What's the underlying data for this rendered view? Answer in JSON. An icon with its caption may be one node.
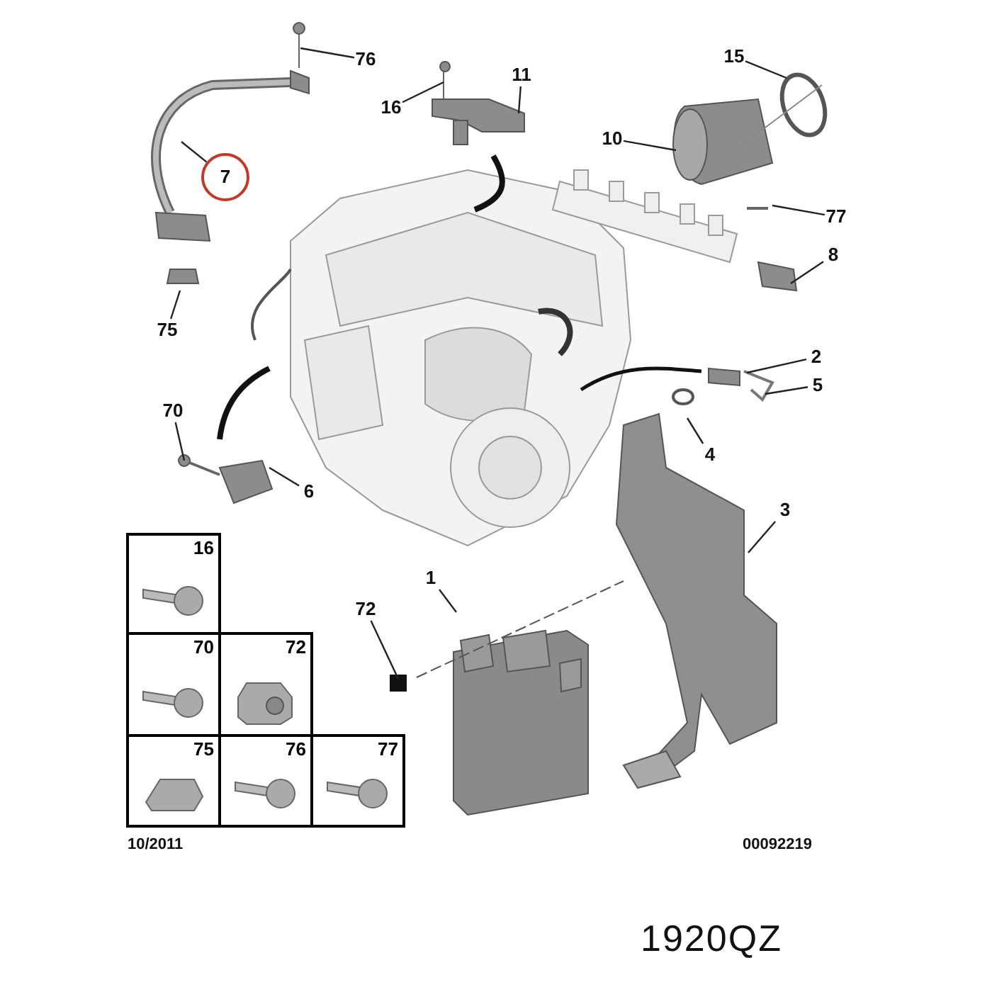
{
  "diagram": {
    "nodes": [
      {
        "text": [
          "76"
        ]
      },
      {
        "text": [
          "16"
        ]
      },
      {
        "text": [
          "11"
        ]
      },
      {
        "text": [
          "7"
        ]
      },
      {
        "text": [
          "15"
        ]
      },
      {
        "text": [
          "10"
        ]
      },
      {
        "text": [
          "77"
        ]
      },
      {
        "text": [
          "8"
        ]
      },
      {
        "text": [
          "75"
        ]
      },
      {
        "text": [
          "2"
        ]
      },
      {
        "text": [
          "5"
        ]
      },
      {
        "text": [
          "70"
        ]
      },
      {
        "text": [
          "4"
        ]
      },
      {
        "text": [
          "6"
        ]
      },
      {
        "text": [
          "3"
        ]
      },
      {
        "text": [
          "1"
        ]
      },
      {
        "text": [
          "72"
        ]
      },
      {
        "text": [
          "16"
        ]
      },
      {
        "text": [
          "70"
        ]
      },
      {
        "text": [
          "72"
        ]
      },
      {
        "text": [
          "75"
        ]
      },
      {
        "text": [
          "76"
        ]
      },
      {
        "text": [
          "77"
        ]
      }
    ],
    "edges": [
      {
        "from": 0,
        "to": null,
        "arrow": "none"
      },
      {
        "from": 1,
        "to": null,
        "arrow": "none"
      },
      {
        "from": 2,
        "to": null,
        "arrow": "none"
      },
      {
        "from": 3,
        "to": null,
        "arrow": "none"
      },
      {
        "from": 4,
        "to": null,
        "arrow": "none"
      },
      {
        "from": 5,
        "to": null,
        "arrow": "none"
      },
      {
        "from": 6,
        "to": null,
        "arrow": "none"
      },
      {
        "from": 7,
        "to": null,
        "arrow": "none"
      },
      {
        "from": 8,
        "to": null,
        "arrow": "none"
      },
      {
        "from": 9,
        "to": null,
        "arrow": "none"
      },
      {
        "from": 10,
        "to": null,
        "arrow": "none"
      },
      {
        "from": 11,
        "to": null,
        "arrow": "none"
      },
      {
        "from": 12,
        "to": null,
        "arrow": "none"
      },
      {
        "from": 13,
        "to": null,
        "arrow": "none"
      },
      {
        "from": 14,
        "to": null,
        "arrow": "none"
      },
      {
        "from": 15,
        "to": null,
        "arrow": "none"
      },
      {
        "from": 16,
        "to": null,
        "arrow": "none"
      }
    ],
    "labels": [
      "10/2011",
      "00092219",
      "1920QZ"
    ]
  }
}
